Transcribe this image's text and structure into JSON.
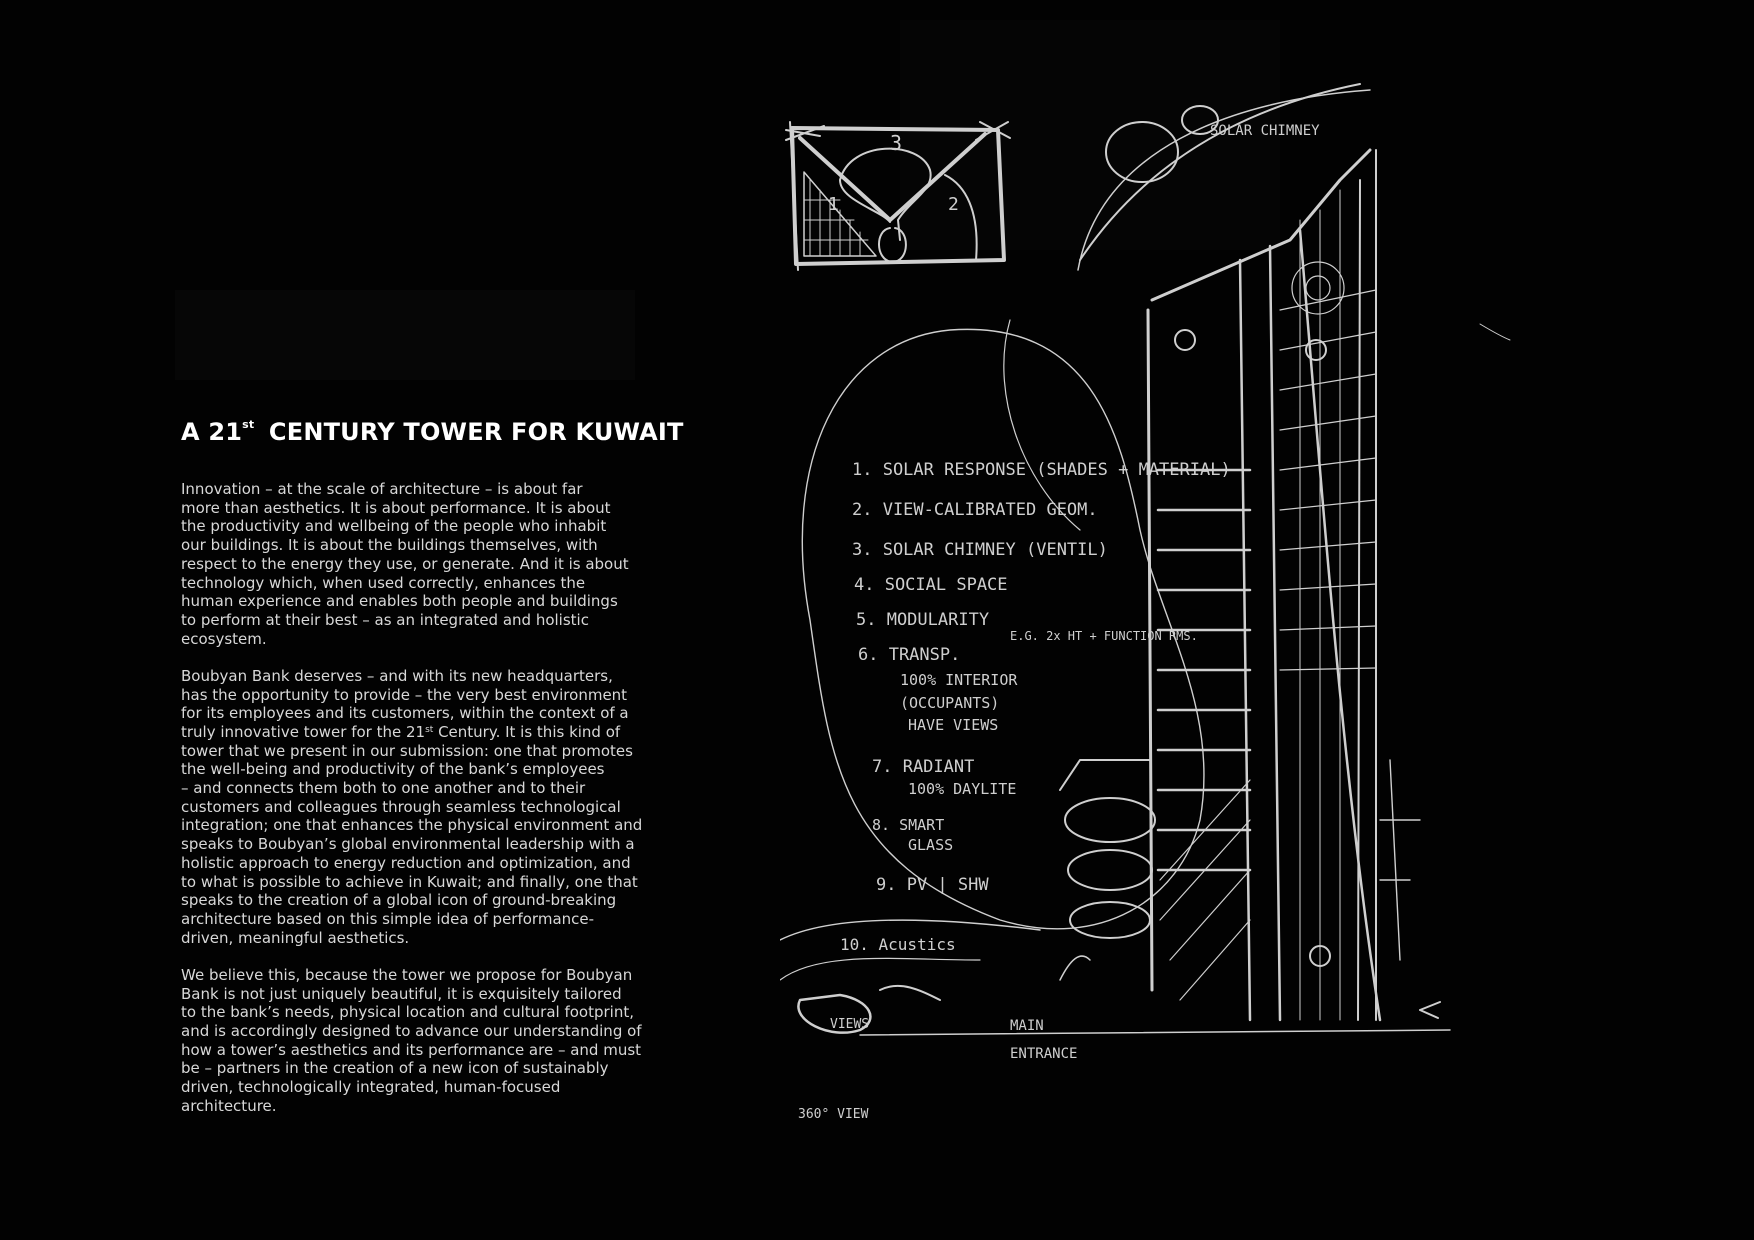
{
  "page": {
    "title_main": "A 21",
    "title_sup": "st",
    "title_rest": "CENTURY TOWER FOR KUWAIT"
  },
  "paragraphs": [
    {
      "lines": [
        "Innovation – at the scale of architecture – is about far",
        "more than aesthetics. It is about performance. It is about",
        "the productivity and wellbeing of the people who inhabit",
        "our buildings. It is about the buildings themselves, with",
        "respect to the energy they use, or generate. And it is about",
        "technology which, when used correctly, enhances the",
        "human experience and enables both people and buildings",
        "to perform at their best – as an integrated and holistic",
        "ecosystem."
      ]
    },
    {
      "lines": [
        "Boubyan Bank deserves – and with its new headquarters,",
        "has the opportunity to provide – the very best environment",
        "for its employees and its customers, within the context of a",
        "truly innovative tower for the 21st Century. It is this kind of",
        "tower that we present in our submission: one that promotes",
        "the well-being and productivity of the bank’s employees",
        "– and connects them both to one another and to their",
        "customers and colleagues through seamless technological",
        "integration; one that enhances the physical environment and",
        "speaks to Boubyan’s global environmental leadership with a",
        "holistic approach to energy reduction and optimization, and",
        "to what is possible to achieve in Kuwait; and finally, one that",
        "speaks to the creation of a global icon of ground-breaking",
        "architecture based on this simple idea of performance-",
        "driven, meaningful aesthetics."
      ]
    },
    {
      "lines": [
        "We believe this, because the tower we propose for Boubyan",
        "Bank is not just uniquely beautiful, it is exquisitely tailored",
        "to the bank’s needs, physical location and cultural footprint,",
        "and is accordingly designed to advance our understanding of",
        "how a tower’s aesthetics and its performance are – and must",
        "be – partners in the creation of a new icon of sustainably",
        "driven, technologically integrated, human-focused",
        "architecture."
      ]
    }
  ],
  "sketch": {
    "notes": [
      "1. SOLAR RESPONSE (SHADES + MATERIAL)",
      "2. VIEW-CALIBRATED GEOM.",
      "3. SOLAR CHIMNEY (VENTIL)",
      "4. SOCIAL SPACE",
      "5. MODULARITY",
      "6. TRANSP.",
      "100% INTERIOR",
      "(OCCUPANTS)",
      "HAVE VIEWS",
      "7. RADIANT",
      "100% DAYLITE",
      "8. SMART",
      "GLASS",
      "9. PV | SHW",
      "10. Acustics"
    ],
    "side_note": "E.G. 2x HT + FUNCTION RMS.",
    "solar_chimney": "SOLAR CHIMNEY",
    "views_label": "VIEWS",
    "view_360": "360° VIEW",
    "main_entrance_1": "MAIN",
    "main_entrance_2": "ENTRANCE",
    "plan_numbers": [
      "3",
      "1",
      "2"
    ],
    "stroke_color": "#cfcfcf"
  }
}
